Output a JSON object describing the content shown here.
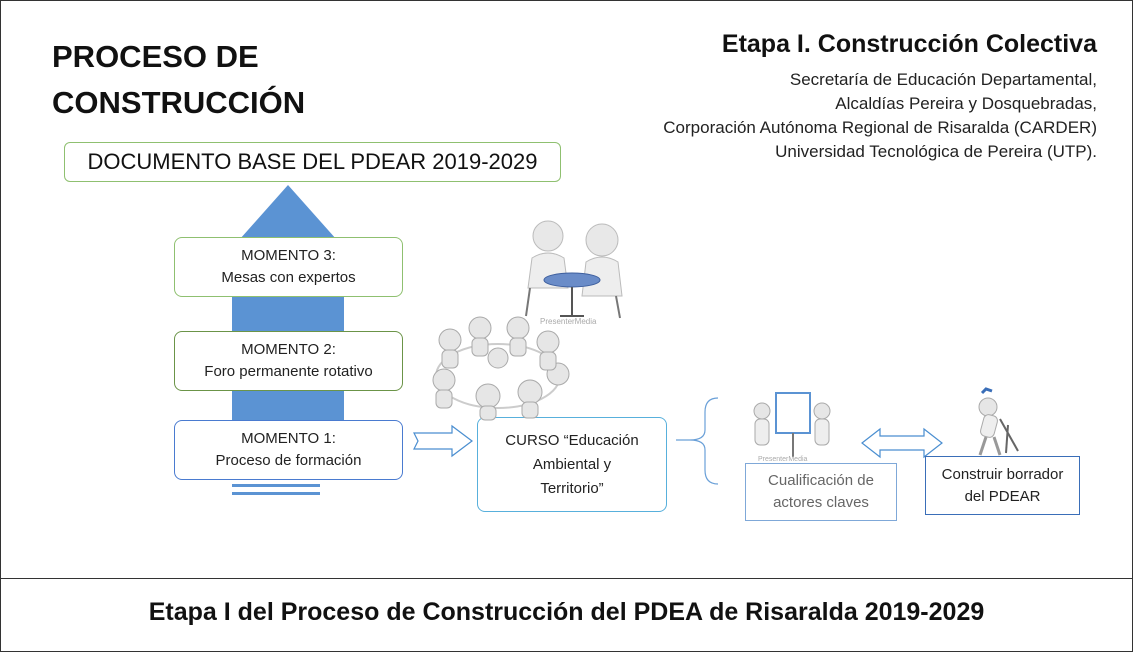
{
  "title": {
    "line1": "PROCESO DE",
    "line2": "CONSTRUCCIÓN"
  },
  "etapa": {
    "heading": "Etapa I. Construcción Colectiva",
    "partners": [
      "Secretaría de Educación Departamental,",
      "Alcaldías Pereira y Dosquebradas,",
      "Corporación Autónoma Regional de Risaralda (CARDER)",
      "Universidad Tecnológica de Pereira (UTP)."
    ]
  },
  "document_box": "DOCUMENTO BASE DEL PDEAR 2019-2029",
  "momentos": [
    {
      "title": "MOMENTO 3:",
      "text": "Mesas con expertos"
    },
    {
      "title": "MOMENTO 2:",
      "text": "Foro permanente rotativo"
    },
    {
      "title": "MOMENTO 1:",
      "text": "Proceso de formación"
    }
  ],
  "curso": {
    "line1": "CURSO “Educación",
    "line2": "Ambiental y",
    "line3": "Territorio”"
  },
  "cualificacion": {
    "line1": "Cualificación de",
    "line2": "actores claves"
  },
  "borrador": {
    "line1": "Construir borrador",
    "line2": "del PDEAR"
  },
  "watermarks": {
    "presenter": "PresenterMedia"
  },
  "caption": "Etapa I del Proceso de Construcción del PDEA de Risaralda 2019-2029",
  "colors": {
    "arrow": "#5b93d3",
    "green_border": "#8fc070",
    "blue_border": "#4a7bd0",
    "curso_border": "#58b0dc"
  }
}
